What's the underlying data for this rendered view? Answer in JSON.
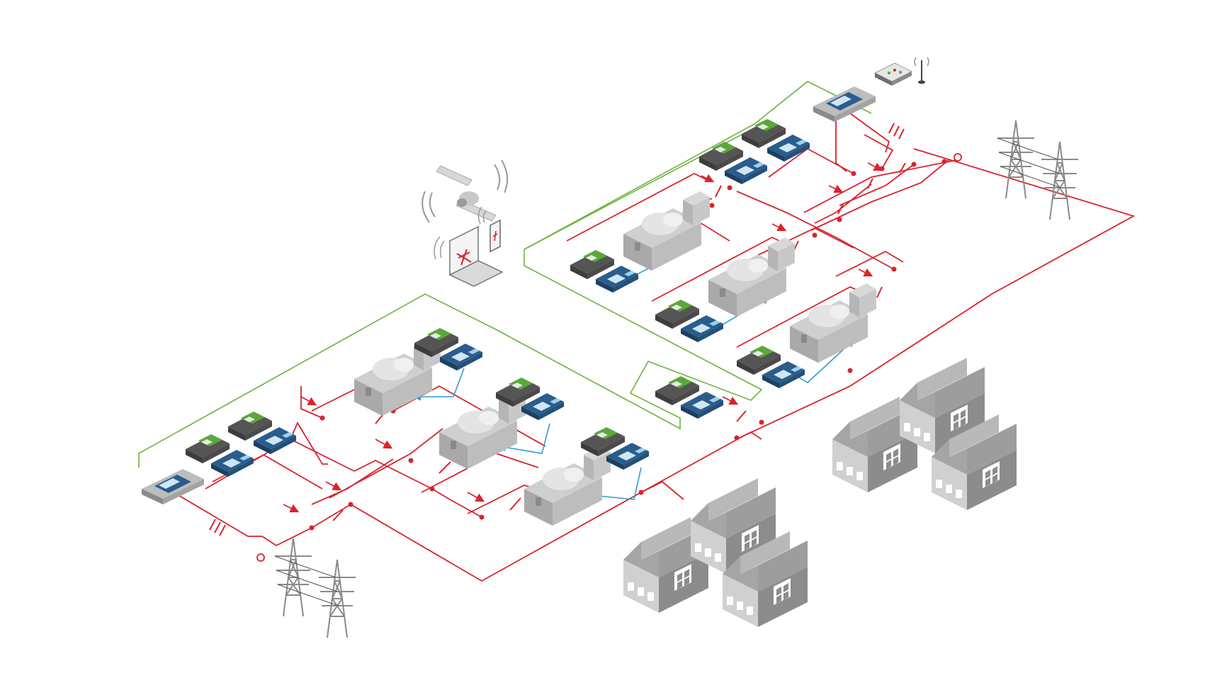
{
  "diagram": {
    "colors": {
      "power_line": "#d9232d",
      "comm_line": "#6cb33f",
      "feedback_line": "#2f9ad6",
      "device_grey": "#6f6f6f",
      "controller_green": "#5aa83a",
      "controller_blue": "#2a5d8c",
      "building_grey": "#9a9a9a",
      "background": "#ffffff"
    },
    "plants": [
      {
        "id": "plant-left",
        "generators": 3
      },
      {
        "id": "plant-right",
        "generators": 3
      }
    ],
    "grid_connections": 2,
    "factory_groups": 2,
    "remote_devices": [
      "satellite-icon",
      "laptop-icon",
      "smartphone-icon",
      "gateway-router-icon"
    ]
  }
}
